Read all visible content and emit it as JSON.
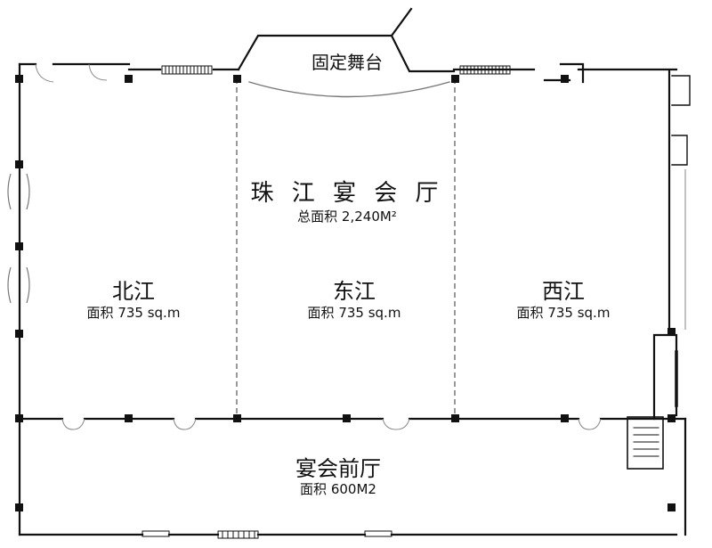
{
  "plan": {
    "stage": "固定舞台",
    "hall": {
      "name": "珠 江 宴 会 厅",
      "area": "总面积 2,240M²"
    },
    "rooms": [
      {
        "name": "北江",
        "area": "面积 735 sq.m"
      },
      {
        "name": "东江",
        "area": "面积 735 sq.m"
      },
      {
        "name": "西江",
        "area": "面积 735 sq.m"
      }
    ],
    "foyer": {
      "name": "宴会前厅",
      "area": "面积 600M2"
    }
  }
}
